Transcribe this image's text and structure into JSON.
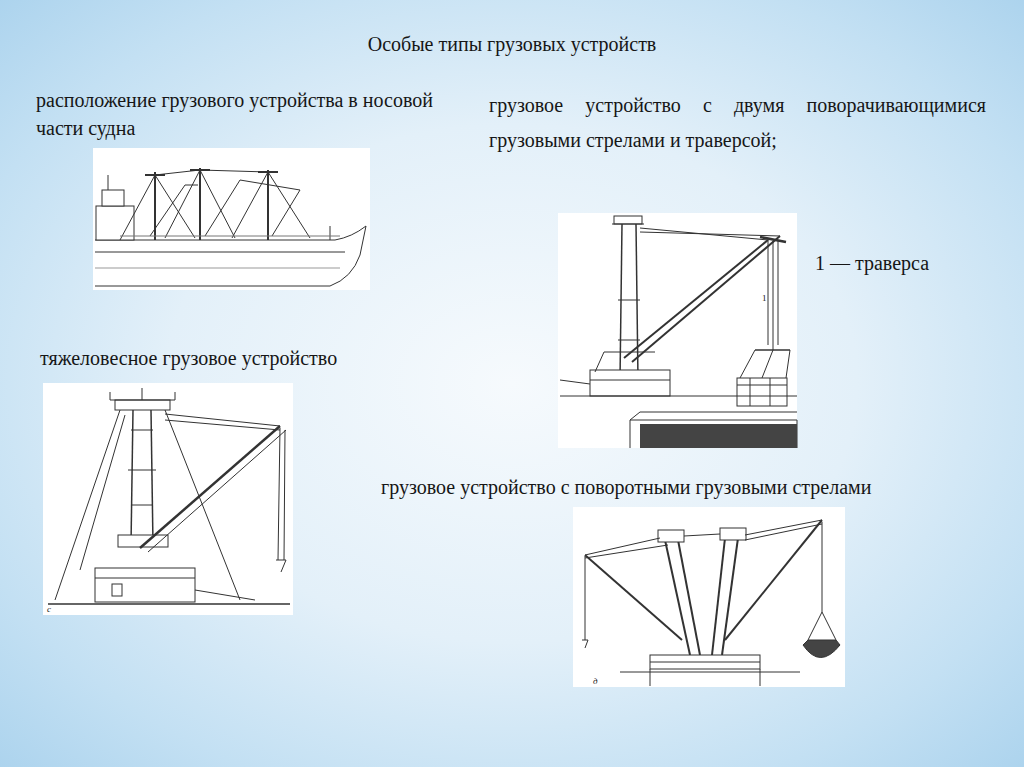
{
  "diagram": {
    "title": "Особые типы грузовых устройств",
    "labels": [
      "расположение грузового устройства в носовой части судна",
      "грузовое устройство с двумя поворачивающимися грузовыми стрелами и траверсой;",
      "1 — траверса",
      "тяжеловесное грузовое устройство",
      "грузовое устройство с поворотными грузовыми стрелами",
      "1",
      "с",
      "д"
    ]
  }
}
